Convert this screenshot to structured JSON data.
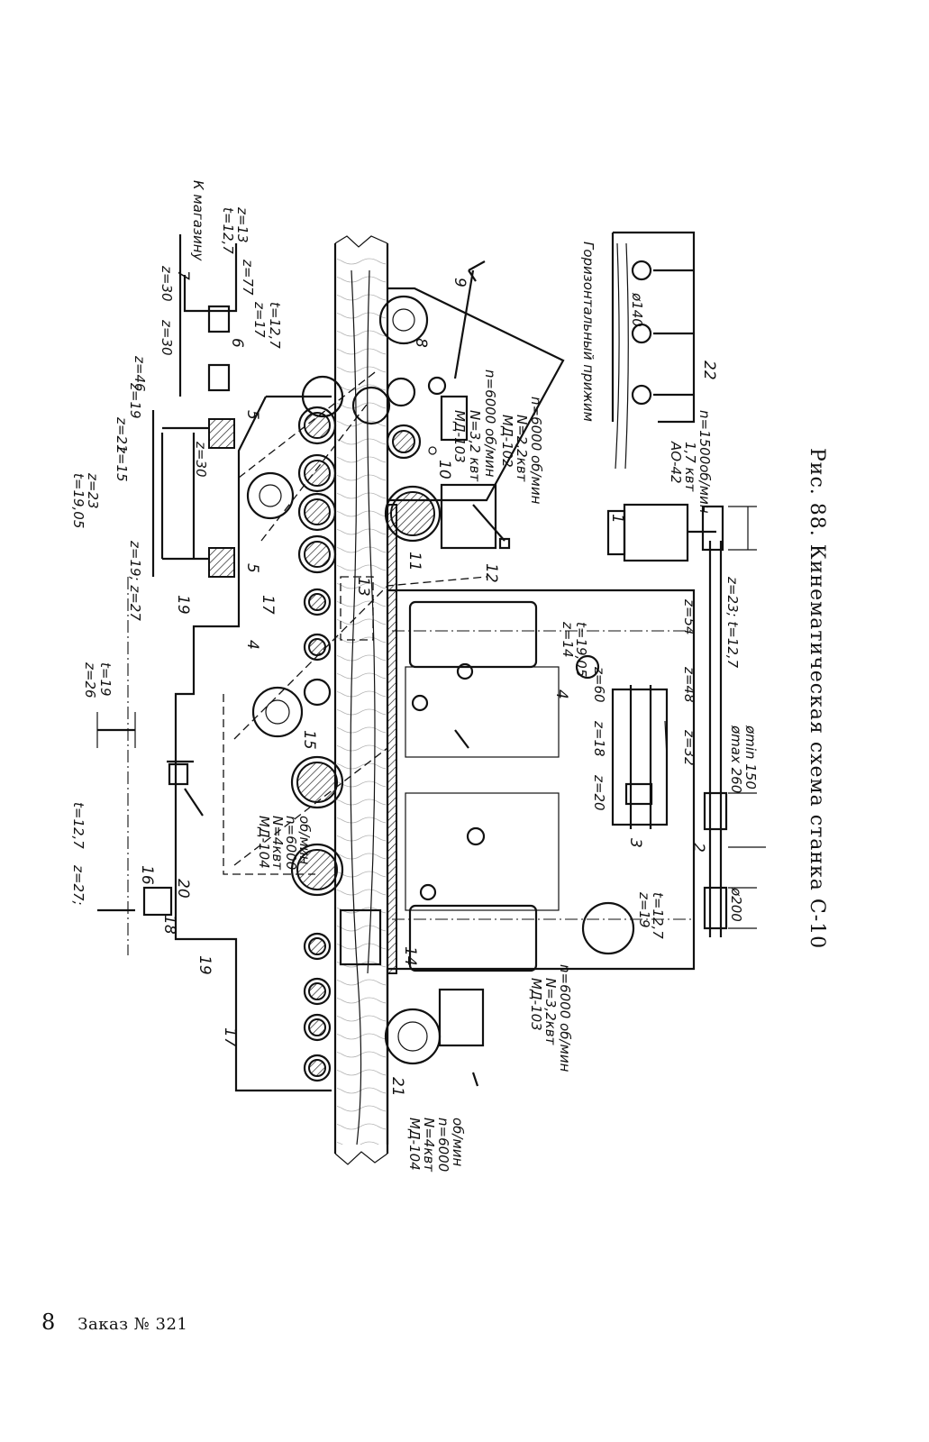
{
  "caption": "Рис. 88. Кинематическая схема станка С-10",
  "footer": {
    "page_number": "8",
    "order": "Заказ № 321"
  },
  "labels": {
    "to_magazine": "К магазину",
    "horizontal_clamp": "Горизонтальный прижим",
    "motor_ao42": [
      "АО-42",
      "1,7 квт",
      "n=1500об/мин"
    ],
    "motor_md103_top": [
      "МД-103",
      "N=3,2 квт",
      "n=6000 об/мин"
    ],
    "motor_md102": [
      "МД-102",
      "N=2,2квт",
      "n=6000 об/мин"
    ],
    "motor_md104_left": [
      "МД-104",
      "N=4квт",
      "n=6000",
      "об/мин"
    ],
    "motor_md103_bottom": [
      "МД-103",
      "N=3,2квт",
      "n=6000 об/мин"
    ],
    "motor_md104_bottom": [
      "МД-104",
      "N=4квт",
      "n=6000",
      "об/мин"
    ],
    "gears": {
      "g1": "z=13",
      "g2": "t=12,7",
      "g3": "z=77",
      "g4": "z=17",
      "g5": "t=12,7",
      "g6": "z=30",
      "g7": "z=30",
      "g8": "z=46",
      "g9": "z=19",
      "g10": "z=21",
      "g11": "z=15",
      "g12": "z=23",
      "g13": "t=19,05",
      "g14": "z=19; z=27",
      "g15": "z=30",
      "g16": "z=26",
      "g17": "t=19",
      "g18": "z=27;",
      "g19": "t=12,7",
      "g20": "z=14",
      "g21": "t=19,05",
      "g22": "z=54",
      "g23": "z=48",
      "g24": "z=32",
      "g25": "z=18",
      "g26": "z=60",
      "g27": "z=20",
      "g28": "z=23; t=12,7",
      "g29": "z=19",
      "g30": "t=12,7"
    },
    "pulleys": {
      "p140": "ø140",
      "p260": "ømax 260",
      "p150": "ømin 150",
      "p200": "ø200"
    },
    "positions": [
      "1",
      "2",
      "3",
      "4",
      "4",
      "5",
      "5",
      "6",
      "7",
      "8",
      "9",
      "10",
      "11",
      "12",
      "13",
      "14",
      "15",
      "16",
      "17",
      "17",
      "18",
      "19",
      "19",
      "20",
      "21",
      "22"
    ]
  }
}
